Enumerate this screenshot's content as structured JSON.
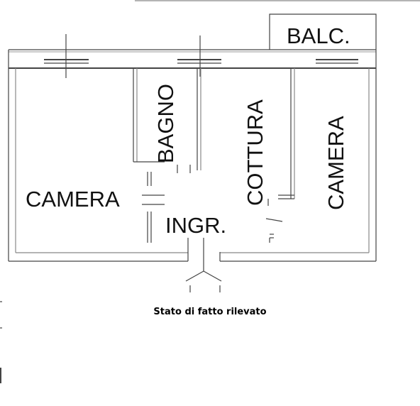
{
  "rooms": {
    "balcony": "BALC.",
    "bathroom": "BAGNO",
    "kitchen": "COTTURA",
    "bedroom_right": "CAMERA",
    "bedroom_left": "CAMERA",
    "entrance": "INGR."
  },
  "caption": "Stato di fatto rilevato",
  "colors": {
    "wall": "#444444",
    "light_wall": "#9a9a9a",
    "text": "#111111"
  }
}
